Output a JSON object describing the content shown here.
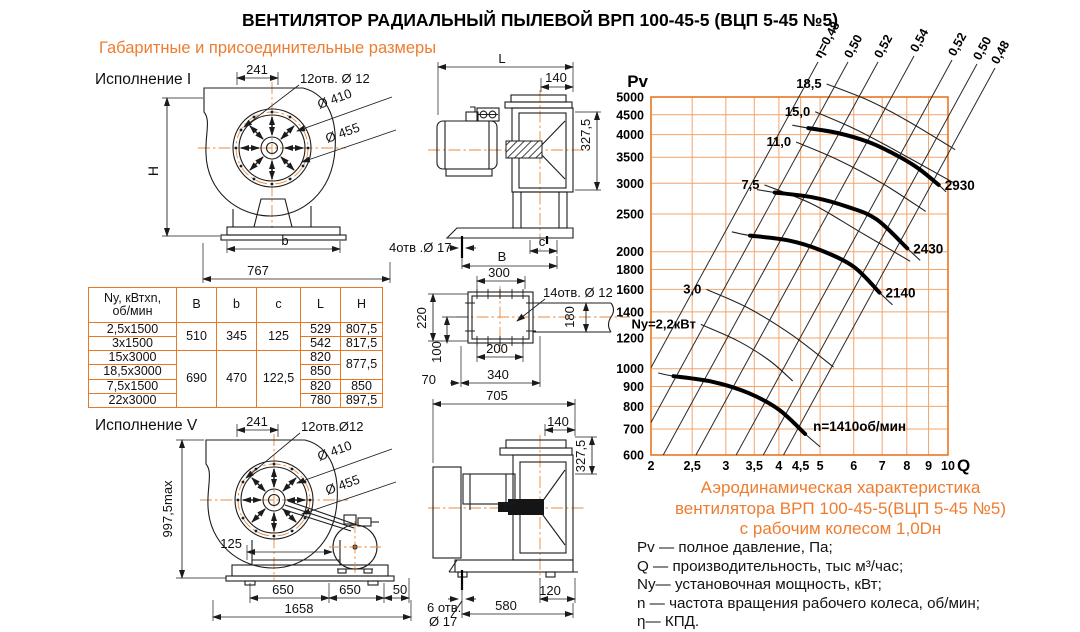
{
  "page": {
    "title": "ВЕНТИЛЯТОР РАДИАЛЬНЫЙ ПЫЛЕВОЙ ВРП 100-45-5 (ВЦП 5-45 №5)",
    "subtitle": "Габаритные и присоединительные размеры"
  },
  "colors": {
    "accent": "#ED7D31",
    "grid": "#F2A46A",
    "ink": "#1b1b1b"
  },
  "drawings": {
    "exec1": {
      "title": "Исполнение I",
      "dim241": "241",
      "holes": "12отв. Ø 12",
      "d410": "Ø 410",
      "d455": "Ø 455",
      "H": "H",
      "b": "b",
      "dim767": "767"
    },
    "side1": {
      "L": "L",
      "dim140": "140",
      "dim327": "327,5",
      "holes17": "4отв .Ø 17",
      "B": "B",
      "c": "c"
    },
    "flange": {
      "dim300": "300",
      "holes": "14отв. Ø 12",
      "dim220": "220",
      "dim180": "180",
      "dim100": "100",
      "dim200": "200",
      "dim70": "70",
      "dim340": "340"
    },
    "exec5": {
      "title": "Исполнение V",
      "dim241": "241",
      "holes": "12отв.Ø12",
      "d410": "Ø 410",
      "d455": "Ø 455",
      "h997": "997,5max",
      "dim125": "125",
      "dim650a": "650",
      "dim650b": "650",
      "dim50": "50",
      "dim1658": "1658"
    },
    "side5": {
      "dim705": "705",
      "dim140": "140",
      "dim327": "327,5",
      "dim120": "120",
      "dim580": "580",
      "holes6a": "6 отв.",
      "holes6b": "Ø 17"
    }
  },
  "table": {
    "header": [
      "Ny, кВтхn,\nоб/мин",
      "B",
      "b",
      "c",
      "L",
      "H"
    ],
    "rows": [
      [
        {
          "t": "2,5х1500"
        },
        {
          "t": "510",
          "rs": 2
        },
        {
          "t": "345",
          "rs": 2
        },
        {
          "t": "125",
          "rs": 2
        },
        {
          "t": "529"
        },
        {
          "t": "807,5"
        }
      ],
      [
        {
          "t": "3х1500"
        },
        {
          "t": "542"
        },
        {
          "t": "817,5"
        }
      ],
      [
        {
          "t": "15х3000"
        },
        {
          "t": "690",
          "rs": 4
        },
        {
          "t": "470",
          "rs": 4
        },
        {
          "t": "122,5",
          "rs": 4
        },
        {
          "t": "820"
        },
        {
          "t": "877,5",
          "rs": 2
        }
      ],
      [
        {
          "t": "18,5х3000"
        },
        {
          "t": "850"
        }
      ],
      [
        {
          "t": "7,5х1500"
        },
        {
          "t": "820"
        },
        {
          "t": "850"
        }
      ],
      [
        {
          "t": "22х3000"
        },
        {
          "t": "780"
        },
        {
          "t": "897,5"
        }
      ]
    ]
  },
  "chart_data": {
    "type": "line",
    "title": "Аэродинамическая характеристика вентилятора ВРП 100-45-5 (ВЦП 5-45 №5) с рабочим колесом 1,0Dн",
    "xlabel": "Q",
    "ylabel": "Pv",
    "x_scale": "log",
    "y_scale": "log",
    "xlim": [
      2,
      10
    ],
    "ylim": [
      600,
      5000
    ],
    "grid": true,
    "x_ticks": [
      2,
      2.5,
      3,
      3.5,
      4,
      4.5,
      5,
      6,
      7,
      8,
      9,
      10
    ],
    "x_tick_labels": [
      "2",
      "2,5",
      "3",
      "3,5",
      "4",
      "4,5",
      "5",
      "6",
      "7",
      "8",
      "9",
      "10"
    ],
    "y_ticks": [
      5000,
      4500,
      4000,
      3500,
      3000,
      2500,
      2000,
      1800,
      1600,
      1400,
      1200,
      1000,
      900,
      800,
      700,
      600
    ],
    "y_tick_labels": [
      "5000",
      "4500",
      "4000",
      "3500",
      "3000",
      "2500",
      "2000",
      "1800",
      "1600",
      "1400",
      "1200",
      "1000",
      "900",
      "800",
      "700",
      "600"
    ],
    "eta_labels": [
      "η=0,48",
      "0,50",
      "0,52",
      "0,54",
      "0,52",
      "0,50",
      "0,48"
    ],
    "speed_curves": [
      {
        "label": "2930",
        "rpm": 2930,
        "thin": [
          [
            4.3,
            4230
          ],
          [
            4.69,
            4160
          ],
          [
            5.5,
            4040
          ],
          [
            6.5,
            3830
          ],
          [
            7.5,
            3560
          ],
          [
            8.5,
            3280
          ],
          [
            9.51,
            2970
          ],
          [
            9.9,
            2850
          ]
        ],
        "bold": [
          [
            4.69,
            4160
          ],
          [
            5.5,
            4040
          ],
          [
            6.5,
            3830
          ],
          [
            7.5,
            3560
          ],
          [
            8.5,
            3280
          ],
          [
            9.51,
            2970
          ]
        ]
      },
      {
        "label": "2430",
        "rpm": 2430,
        "thin": [
          [
            3.55,
            2890
          ],
          [
            3.91,
            2840
          ],
          [
            4.8,
            2760
          ],
          [
            5.8,
            2610
          ],
          [
            6.8,
            2420
          ],
          [
            8.02,
            2040
          ],
          [
            8.6,
            1900
          ]
        ],
        "bold": [
          [
            3.91,
            2840
          ],
          [
            4.8,
            2760
          ],
          [
            5.8,
            2610
          ],
          [
            6.8,
            2420
          ],
          [
            8.02,
            2040
          ]
        ]
      },
      {
        "label": "2140",
        "rpm": 2140,
        "thin": [
          [
            3.1,
            2250
          ],
          [
            3.42,
            2200
          ],
          [
            4.2,
            2140
          ],
          [
            5.0,
            2020
          ],
          [
            6.0,
            1830
          ],
          [
            6.9,
            1570
          ],
          [
            7.4,
            1460
          ]
        ],
        "bold": [
          [
            3.42,
            2200
          ],
          [
            4.2,
            2140
          ],
          [
            5.0,
            2020
          ],
          [
            6.0,
            1830
          ],
          [
            6.9,
            1570
          ]
        ]
      },
      {
        "label": "n=1410об/мин",
        "rpm": 1410,
        "thin": [
          [
            2.08,
            975
          ],
          [
            2.26,
            957
          ],
          [
            2.8,
            925
          ],
          [
            3.4,
            865
          ],
          [
            4.0,
            785
          ],
          [
            4.61,
            680
          ],
          [
            5.0,
            630
          ]
        ],
        "bold": [
          [
            2.26,
            957
          ],
          [
            2.8,
            925
          ],
          [
            3.4,
            865
          ],
          [
            4.0,
            785
          ],
          [
            4.61,
            680
          ]
        ]
      }
    ],
    "power_curves": [
      {
        "label": "18,5",
        "points": [
          [
            5.18,
            5400
          ],
          [
            6.5,
            4900
          ],
          [
            8.0,
            4350
          ],
          [
            10.4,
            3660
          ]
        ]
      },
      {
        "label": "15,0",
        "points": [
          [
            4.87,
            4580
          ],
          [
            6.0,
            4150
          ],
          [
            7.5,
            3650
          ],
          [
            10.3,
            3010
          ]
        ]
      },
      {
        "label": "11,0",
        "points": [
          [
            4.39,
            3830
          ],
          [
            5.5,
            3450
          ],
          [
            7.0,
            3000
          ],
          [
            8.86,
            2540
          ]
        ]
      },
      {
        "label": "7,5",
        "points": [
          [
            3.7,
            2970
          ],
          [
            4.8,
            2650
          ],
          [
            6.2,
            2250
          ],
          [
            8.15,
            1890
          ]
        ]
      },
      {
        "label": "3,0",
        "points": [
          [
            2.7,
            1600
          ],
          [
            3.4,
            1430
          ],
          [
            4.3,
            1220
          ],
          [
            5.38,
            1010
          ]
        ]
      },
      {
        "label": "Ny=2,2кВт",
        "points": [
          [
            2.62,
            1300
          ],
          [
            3.2,
            1180
          ],
          [
            3.8,
            1050
          ],
          [
            4.31,
            930
          ]
        ]
      }
    ]
  },
  "caption": {
    "line1": "Аэродинамическая характеристика",
    "line2": "вентилятора  ВРП 100-45-5(ВЦП 5-45 №5)",
    "line3": "с рабочим колесом 1,0Dн"
  },
  "legend": {
    "items": [
      "Pv — полное давление, Па;",
      "Q  — производительность, тыс м³/час;",
      "Ny— установочная мощность, кВт;",
      "n — частота вращения рабочего колеса,  об/мин;",
      "η— КПД."
    ]
  }
}
